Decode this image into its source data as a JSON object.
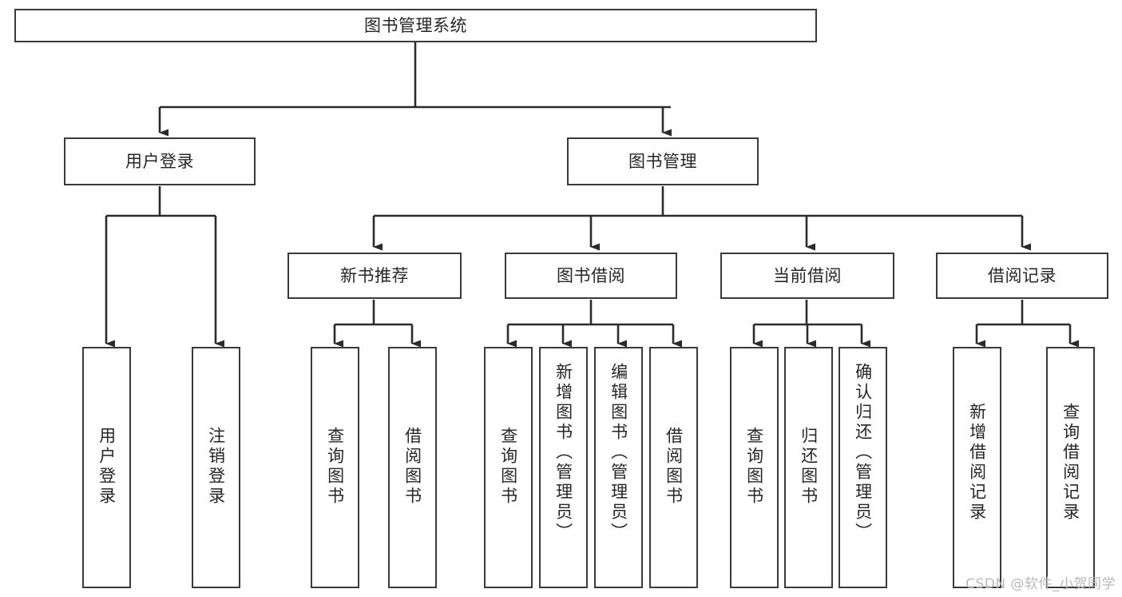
{
  "diagram": {
    "title": "图书管理系统",
    "type": "tree-hierarchy",
    "watermark": "CSDN @软件_小贺同学",
    "colors": {
      "box_stroke": "#3a3a3a",
      "box_fill": "#ffffff",
      "text": "#262626",
      "connector": "#2b2b2b",
      "watermark": "#b9b9b9",
      "background": "#ffffff"
    },
    "levels": {
      "root": {
        "label": "图书管理系统",
        "orientation": "horizontal"
      },
      "level2": [
        {
          "id": "user-login",
          "label": "用户登录",
          "orientation": "horizontal"
        },
        {
          "id": "book-manage",
          "label": "图书管理",
          "orientation": "horizontal"
        }
      ],
      "level3": [
        {
          "id": "new-book-recommend",
          "label": "新书推荐",
          "orientation": "horizontal",
          "parent": "book-manage"
        },
        {
          "id": "book-borrow",
          "label": "图书借阅",
          "orientation": "horizontal",
          "parent": "book-manage"
        },
        {
          "id": "current-borrow",
          "label": "当前借阅",
          "orientation": "horizontal",
          "parent": "book-manage"
        },
        {
          "id": "borrow-record",
          "label": "借阅记录",
          "orientation": "horizontal",
          "parent": "book-manage"
        }
      ],
      "leaves": [
        {
          "id": "leaf-user-login",
          "label": "用户登录",
          "orientation": "vertical",
          "parent": "user-login"
        },
        {
          "id": "leaf-user-logout",
          "label": "注销登录",
          "orientation": "vertical",
          "parent": "user-login"
        },
        {
          "id": "leaf-query-book-1",
          "label": "查询图书",
          "orientation": "vertical",
          "parent": "new-book-recommend"
        },
        {
          "id": "leaf-borrow-book-1",
          "label": "借阅图书",
          "orientation": "vertical",
          "parent": "new-book-recommend"
        },
        {
          "id": "leaf-query-book-2",
          "label": "查询图书",
          "orientation": "vertical",
          "parent": "book-borrow"
        },
        {
          "id": "leaf-add-book",
          "label": "新增图书（管理员）",
          "orientation": "vertical",
          "parent": "book-borrow"
        },
        {
          "id": "leaf-edit-book",
          "label": "编辑图书（管理员）",
          "orientation": "vertical",
          "parent": "book-borrow"
        },
        {
          "id": "leaf-borrow-book-2",
          "label": "借阅图书",
          "orientation": "vertical",
          "parent": "book-borrow"
        },
        {
          "id": "leaf-query-book-3",
          "label": "查询图书",
          "orientation": "vertical",
          "parent": "current-borrow"
        },
        {
          "id": "leaf-return-book",
          "label": "归还图书",
          "orientation": "vertical",
          "parent": "current-borrow"
        },
        {
          "id": "leaf-confirm-return",
          "label": "确认归还（管理员）",
          "orientation": "vertical",
          "parent": "current-borrow"
        },
        {
          "id": "leaf-add-record",
          "label": "新增借阅记录",
          "orientation": "vertical",
          "parent": "borrow-record"
        },
        {
          "id": "leaf-query-record",
          "label": "查询借阅记录",
          "orientation": "vertical",
          "parent": "borrow-record"
        }
      ]
    }
  }
}
